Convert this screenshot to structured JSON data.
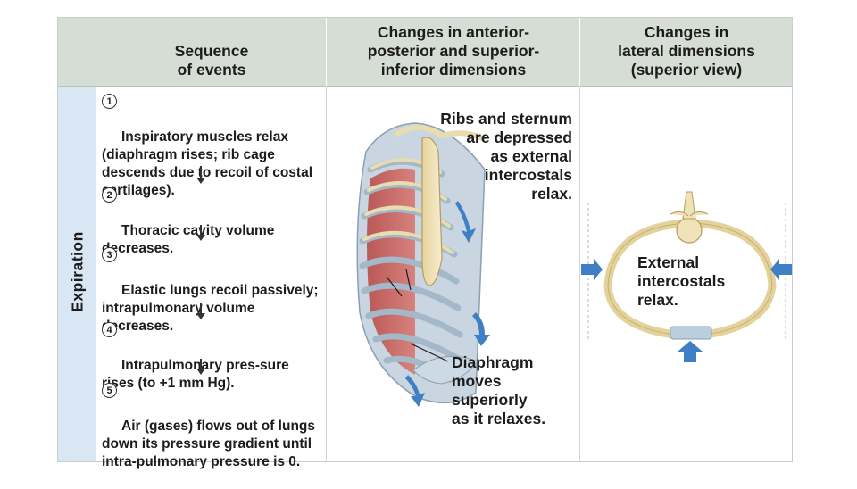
{
  "headers": {
    "sequence": "Sequence\nof events",
    "anterior_posterior": "Changes in anterior-\nposterior and superior-\ninferior dimensions",
    "lateral": "Changes in\nlateral dimensions\n(superior view)"
  },
  "side_label": "Expiration",
  "steps": [
    {
      "num": "1",
      "text": "Inspiratory muscles relax (diaphragm rises; rib cage descends due to recoil of costal cartilages)."
    },
    {
      "num": "2",
      "text": "Thoracic cavity volume decreases."
    },
    {
      "num": "3",
      "text": "Elastic lungs recoil passively; intrapulmonary volume decreases."
    },
    {
      "num": "4",
      "text": "Intrapulmonary pres-sure rises (to +1 mm Hg)."
    },
    {
      "num": "5",
      "text": "Air (gases) flows out of lungs down its pressure gradient until intra-pulmonary pressure is 0."
    }
  ],
  "annotations": {
    "ribs": "Ribs and sternum\nare depressed\nas external\nintercostals\nrelax.",
    "diaphragm": "Diaphragm\nmoves\nsuperiorly\nas it relaxes.",
    "lateral": "External\nintercostals\nrelax."
  },
  "colors": {
    "header_bg": "#d6ddd4",
    "side_band": "#d9e6f3",
    "arrow_blue": "#3f7fc4",
    "muscle_red": "#c0504d",
    "bone": "#efe2b8"
  }
}
